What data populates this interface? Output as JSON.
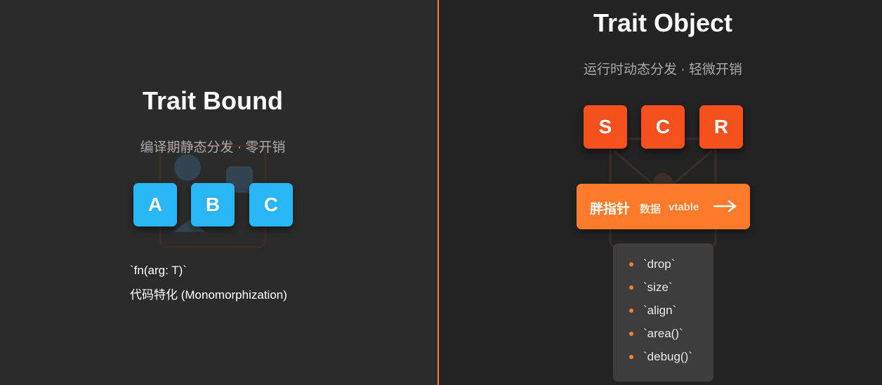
{
  "left": {
    "title": "Trait Bound",
    "subtitle": "编译期静态分发 · 零开销",
    "boxes": [
      "A",
      "B",
      "C"
    ],
    "signature": "`fn(arg: T)`",
    "note": "代码特化 (Monomorphization)"
  },
  "right": {
    "title": "Trait Object",
    "subtitle": "运行时动态分发 · 轻微开销",
    "boxes": [
      "S",
      "C",
      "R"
    ],
    "fat_pointer": {
      "label": "胖指针",
      "data_label": "数据",
      "vtable_label": "vtable",
      "arrow_icon": "long-right-arrow"
    },
    "vtable_entries": [
      "`drop`",
      "`size`",
      "`align`",
      "`area()`",
      "`debug()`"
    ]
  },
  "colors": {
    "left_bg": "#2b2b2b",
    "right_bg": "#232323",
    "divider": "#ff7f32",
    "blue_box": "#29b6f6",
    "red_box": "#f4511e",
    "fat_pointer": "#ff7a2a",
    "vtable_bg": "#3d3d3d",
    "bullet": "#ff7f32"
  }
}
